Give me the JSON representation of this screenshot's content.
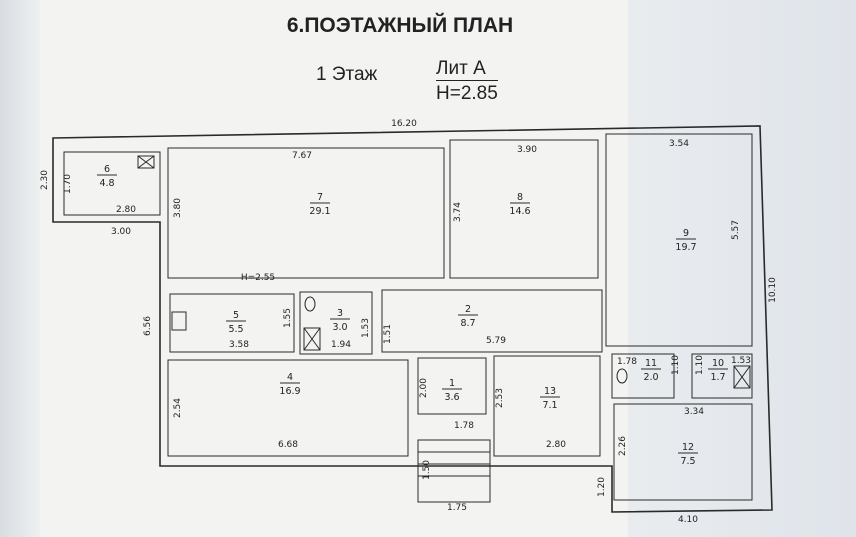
{
  "header": {
    "title": "6.ПОЭТАЖНЫЙ ПЛАН",
    "floor": "1  Этаж",
    "lit": "Лит  А",
    "height": "Н=2.85"
  },
  "rooms": [
    {
      "num": "1",
      "area": "3.6"
    },
    {
      "num": "2",
      "area": "8.7"
    },
    {
      "num": "3",
      "area": "3.0"
    },
    {
      "num": "4",
      "area": "16.9"
    },
    {
      "num": "5",
      "area": "5.5"
    },
    {
      "num": "6",
      "area": "4.8"
    },
    {
      "num": "7",
      "area": "29.1"
    },
    {
      "num": "8",
      "area": "14.6"
    },
    {
      "num": "9",
      "area": "19.7"
    },
    {
      "num": "10",
      "area": "1.7"
    },
    {
      "num": "11",
      "area": "2.0"
    },
    {
      "num": "12",
      "area": "7.5"
    },
    {
      "num": "13",
      "area": "7.1"
    }
  ],
  "dims": [
    "16.20",
    "7.67",
    "3.90",
    "3.54",
    "2.30",
    "1.70",
    "2.80",
    "3.00",
    "3.80",
    "3.74",
    "5.57",
    "10.10",
    "Н=2.55",
    "6.56",
    "1.55",
    "1.53",
    "1.51",
    "3.58",
    "1.94",
    "5.79",
    "2.00",
    "2.53",
    "2.54",
    "1.78",
    "6.68",
    "2.80",
    "1.50",
    "1.75",
    "1.78",
    "1.10",
    "1.10",
    "1.53",
    "3.34",
    "2.26",
    "1.20",
    "4.10"
  ]
}
